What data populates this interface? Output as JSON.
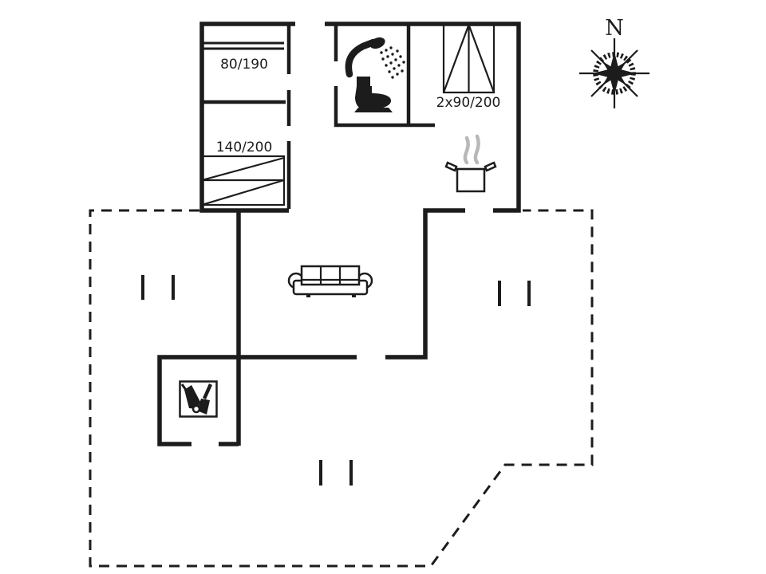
{
  "colors": {
    "line": "#1c1c1c",
    "steam": "#b8b8b8",
    "bg": "#ffffff"
  },
  "plan": {
    "beds": {
      "single": {
        "label": "80/190"
      },
      "double": {
        "label": "140/200"
      },
      "twin": {
        "label": "2x90/200"
      }
    },
    "compass": {
      "label": "N"
    },
    "icons": [
      {
        "name": "shower-icon"
      },
      {
        "name": "toilet-icon"
      },
      {
        "name": "cooking-pot-icon"
      },
      {
        "name": "steam-icon"
      },
      {
        "name": "sofa-icon"
      },
      {
        "name": "wood-stove-icon"
      },
      {
        "name": "compass-rose-icon"
      },
      {
        "name": "window-marker-icon"
      }
    ]
  }
}
